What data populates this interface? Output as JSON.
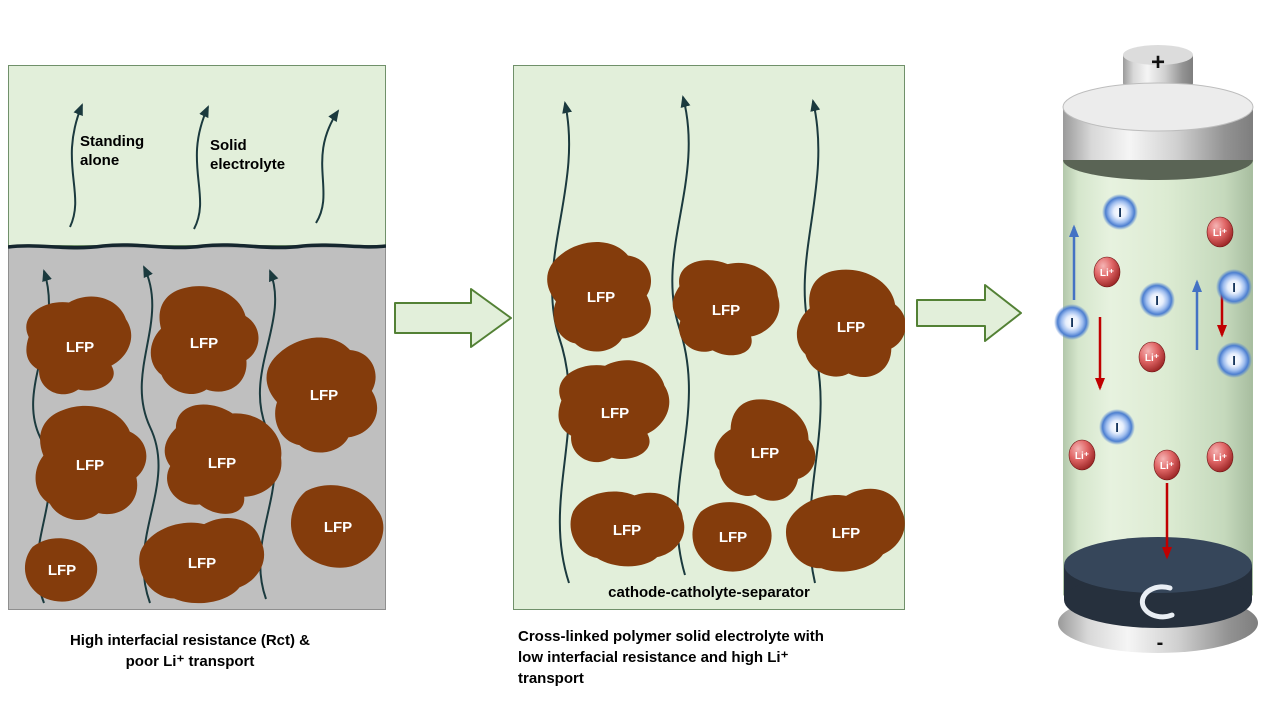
{
  "labels": {
    "lfp": "LFP"
  },
  "panel1": {
    "standing_alone": "Standing alone",
    "solid_electrolyte": "Solid electrolyte",
    "caption": "High interfacial resistance (Rct) &\npoor Li⁺ transport"
  },
  "panel2": {
    "footer": "cathode-catholyte-separator",
    "caption": "Cross-linked polymer solid electrolyte with\nlow interfacial resistance and high Li⁺\ntransport"
  },
  "battery": {
    "positive_terminal": "+",
    "negative_terminal": "-",
    "li_ion_label": "Li⁺",
    "iodide_label": "I"
  },
  "colors": {
    "panel_green": "#e2efda",
    "panel_gray": "#bfbfbf",
    "lfp_brown": "#843c0c",
    "flow_arrow_fill": "#e2efda",
    "flow_arrow_stroke": "#538135",
    "ion_blue": "#4472c4",
    "ion_red": "#c00000"
  }
}
